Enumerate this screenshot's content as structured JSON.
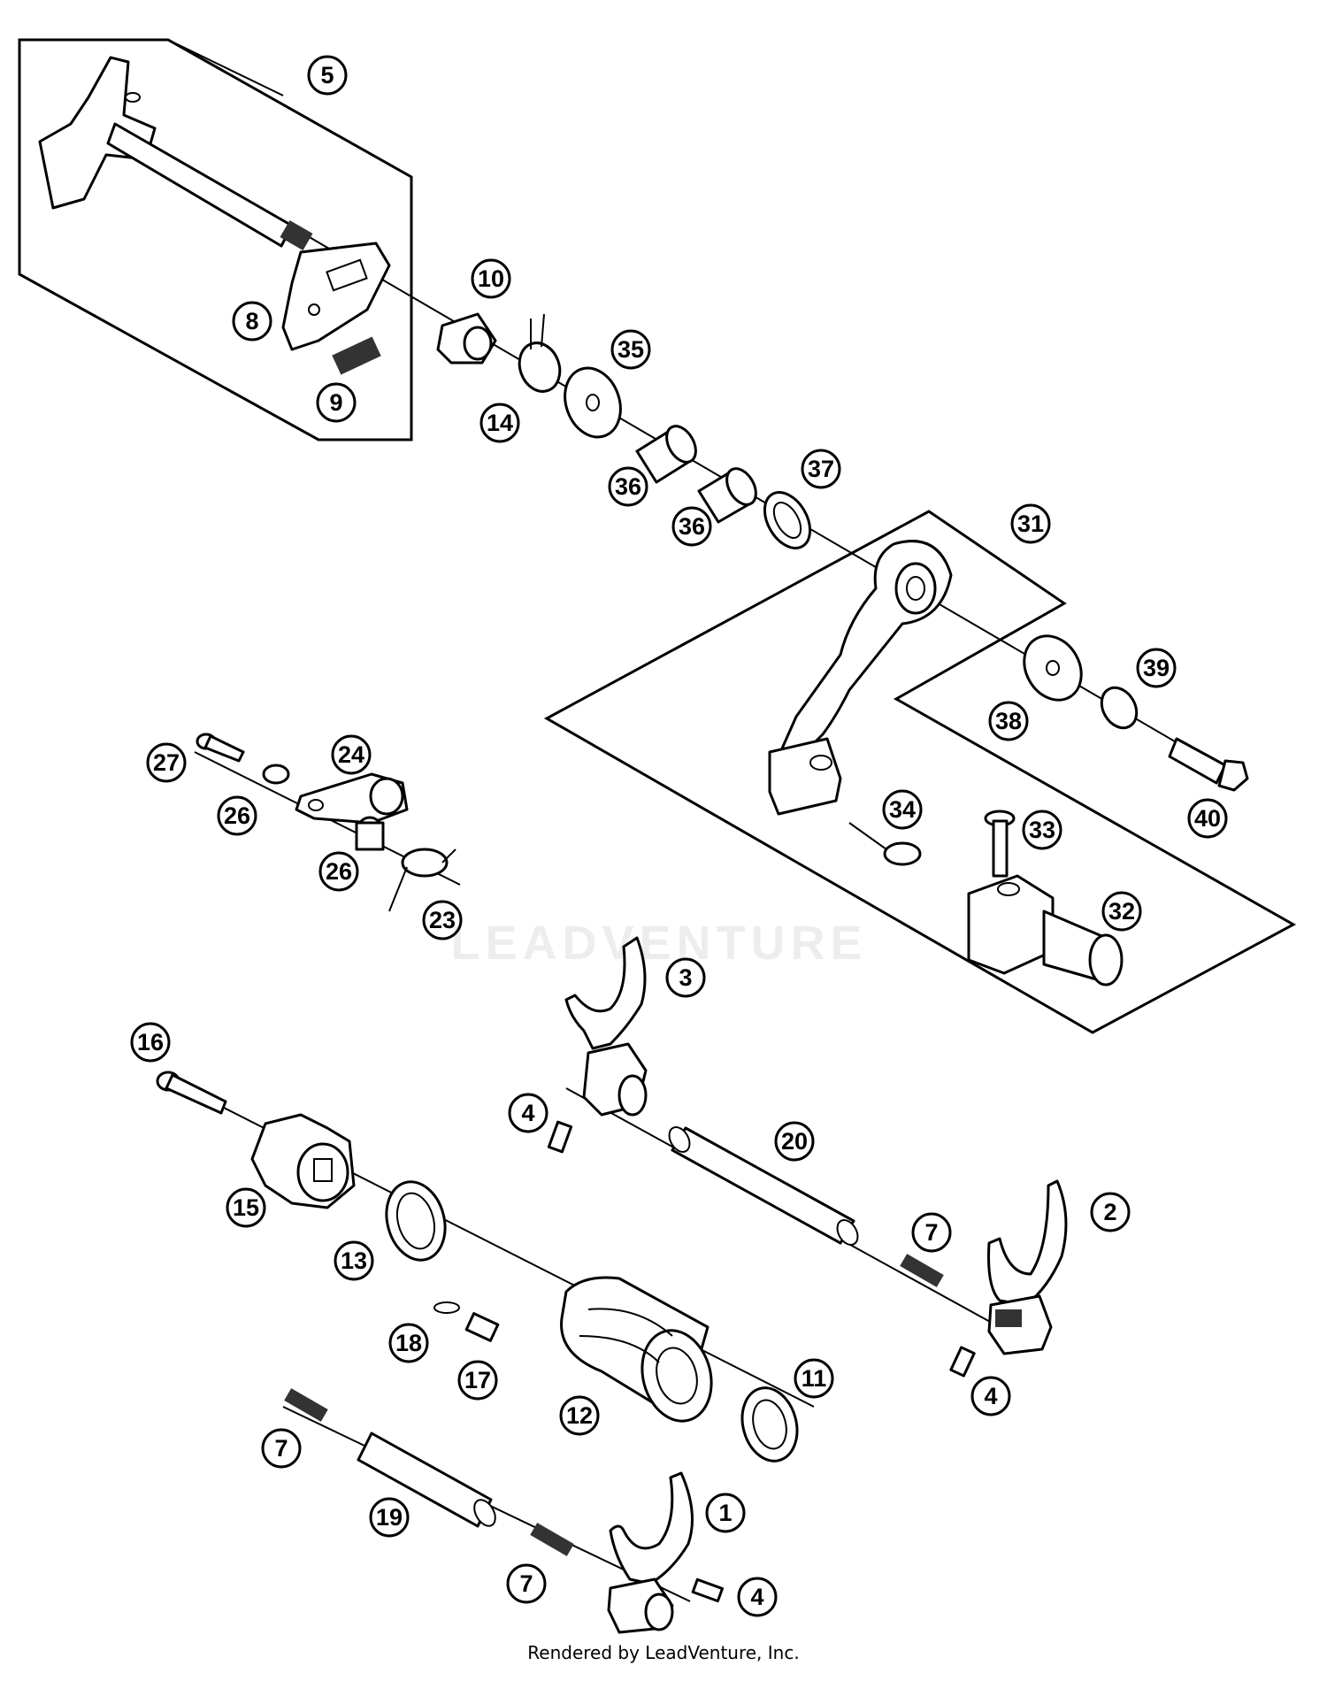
{
  "watermark": "LEADVENTURE",
  "credit": "Rendered by LeadVenture, Inc.",
  "callouts": [
    "5",
    "10",
    "8",
    "9",
    "14",
    "35",
    "36",
    "36",
    "37",
    "31",
    "39",
    "38",
    "40",
    "27",
    "24",
    "26",
    "26",
    "23",
    "34",
    "33",
    "32",
    "3",
    "16",
    "4",
    "20",
    "2",
    "15",
    "7",
    "13",
    "18",
    "17",
    "12",
    "11",
    "4",
    "7",
    "19",
    "1",
    "7",
    "4"
  ]
}
